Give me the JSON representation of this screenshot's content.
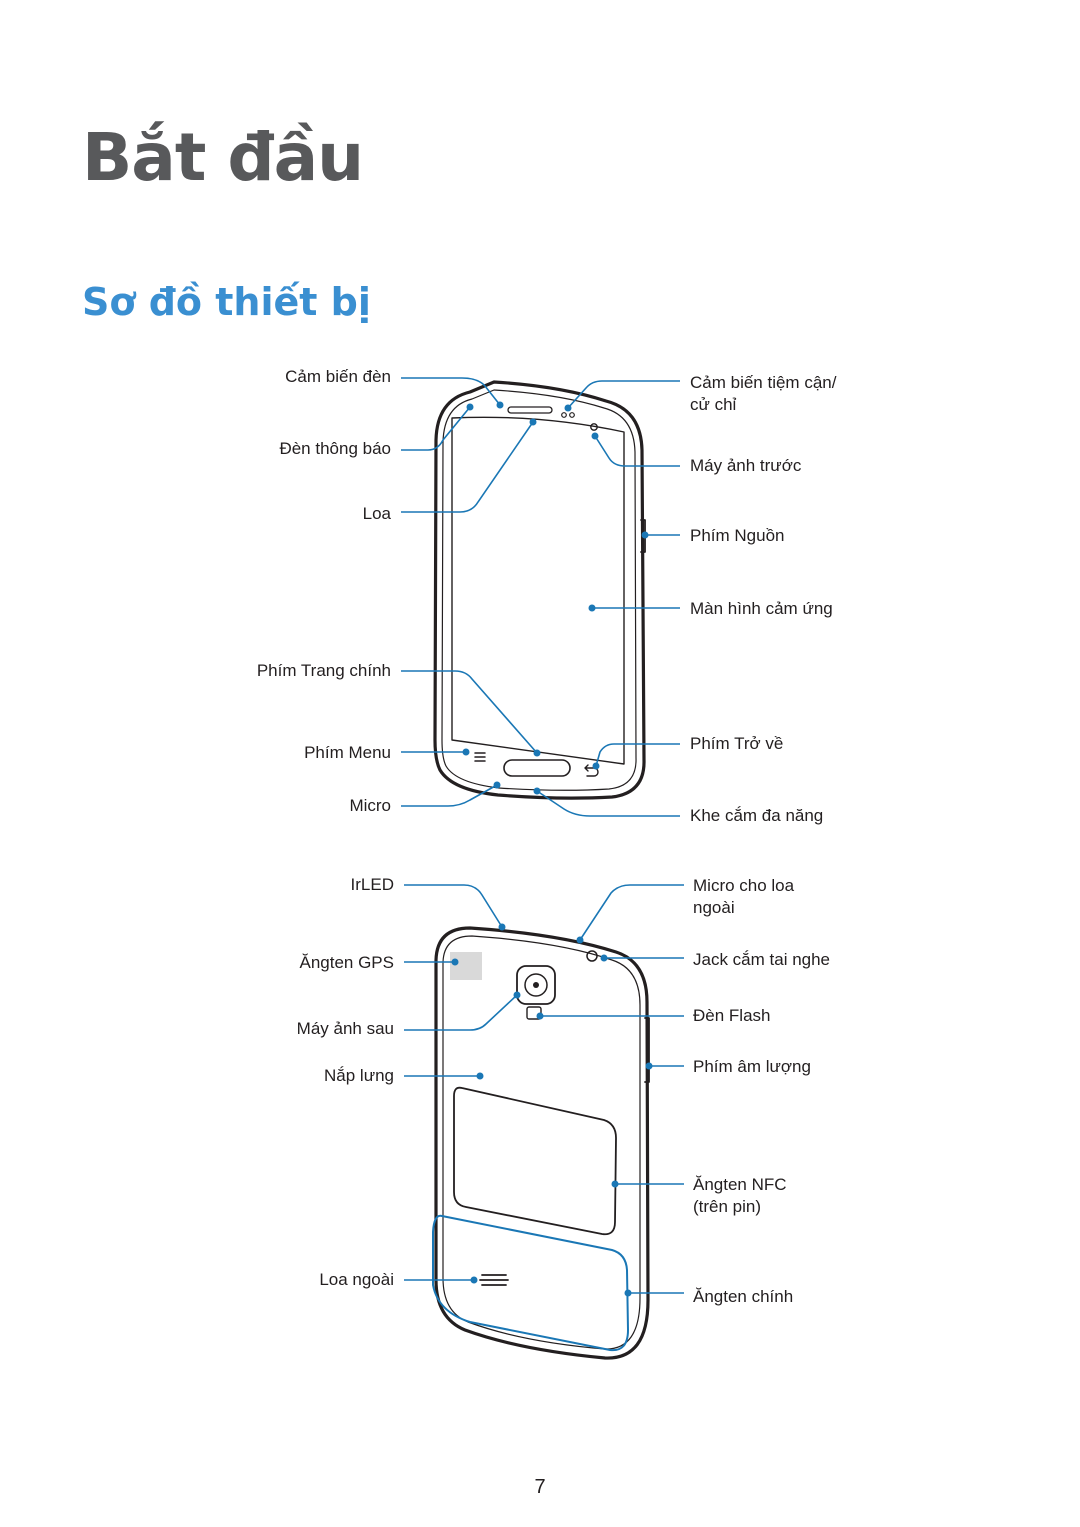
{
  "chapter_title": "Bắt đầu",
  "section_title": "Sơ đồ thiết bị",
  "page_number": "7",
  "accent_colors": {
    "callout_line": "#1a77b5",
    "section_title": "#3a8fd1",
    "chapter_title": "#58595b"
  },
  "front_labels": {
    "light_sensor": "Cảm biến đèn",
    "notification_light": "Đèn thông báo",
    "speaker": "Loa",
    "home_key": "Phím Trang chính",
    "menu_key": "Phím Menu",
    "microphone": "Micro",
    "proximity_sensor_line1": "Cảm biến tiệm cận/",
    "proximity_sensor_line2": "cử chỉ",
    "front_camera": "Máy ảnh trước",
    "power_key": "Phím Nguồn",
    "touchscreen": "Màn hình cảm ứng",
    "back_key": "Phím Trở về",
    "multipurpose_jack": "Khe cắm đa năng"
  },
  "back_labels": {
    "irled": "IrLED",
    "gps_antenna": "Ăngten GPS",
    "rear_camera": "Máy ảnh sau",
    "back_cover": "Nắp lưng",
    "external_speaker": "Loa ngoài",
    "speakerphone_mic_line1": "Micro cho loa",
    "speakerphone_mic_line2": "ngoài",
    "headset_jack": "Jack cắm tai nghe",
    "flash": "Đèn Flash",
    "volume_key": "Phím âm lượng",
    "nfc_antenna_line1": "Ăngten NFC",
    "nfc_antenna_line2": "(trên pin)",
    "main_antenna": "Ăngten chính"
  }
}
